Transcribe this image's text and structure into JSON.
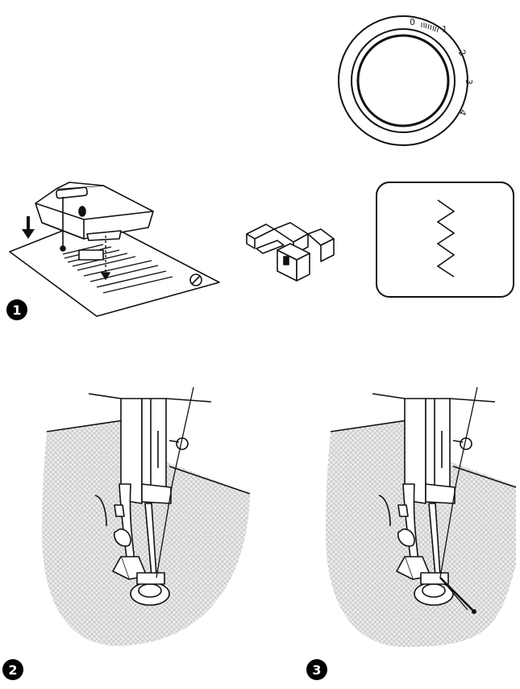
{
  "dial": {
    "marks": [
      "0",
      "1",
      "2",
      "3",
      "4"
    ]
  },
  "steps": [
    {
      "number": "1"
    },
    {
      "number": "2"
    },
    {
      "number": "3"
    }
  ],
  "icons": {
    "step_badge": "filled-circle-number",
    "foot": "sewing-presser-foot-icon",
    "stitch": "zigzag-stitch-icon"
  },
  "colors": {
    "line": "#111111",
    "fabric_fill": "#e6e6e6",
    "fabric_hatch": "#bdbdbd",
    "badge": "#000000"
  }
}
